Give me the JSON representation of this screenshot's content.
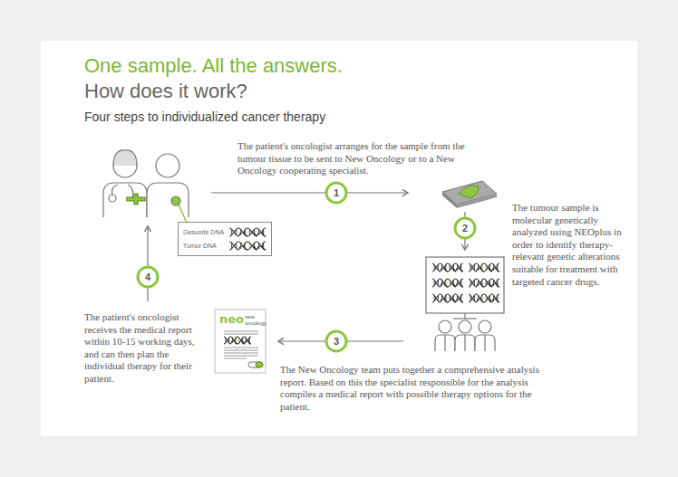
{
  "diagram": {
    "title": "One sample. All the answers.",
    "nodes": [
      {
        "text": [
          "Gesunde DNA",
          "Tumor DNA"
        ]
      },
      {
        "text": [
          "neo",
          "new oncology"
        ]
      }
    ],
    "labels": [
      "How does it work?",
      "Four steps to individualized cancer therapy",
      "1",
      "The patient's oncologist arranges for the sample from the tumour tissue to be sent to New Oncology or to a New Oncology cooperating specialist.",
      "2",
      "The tumour sample is molecular genetically analyzed using NEOplus in order to identify therapy-relevant genetic alterations suitable for treatment with targeted cancer drugs.",
      "3",
      "The New Oncology team puts together a comprehensive analysis report. Based on this the specialist responsible for the analysis compiles a medical report with possible therapy options for the patient.",
      "4",
      "The patient's oncologist receives the medical report within 10-15 working days, and can then plan the individual therapy for their patient."
    ]
  }
}
